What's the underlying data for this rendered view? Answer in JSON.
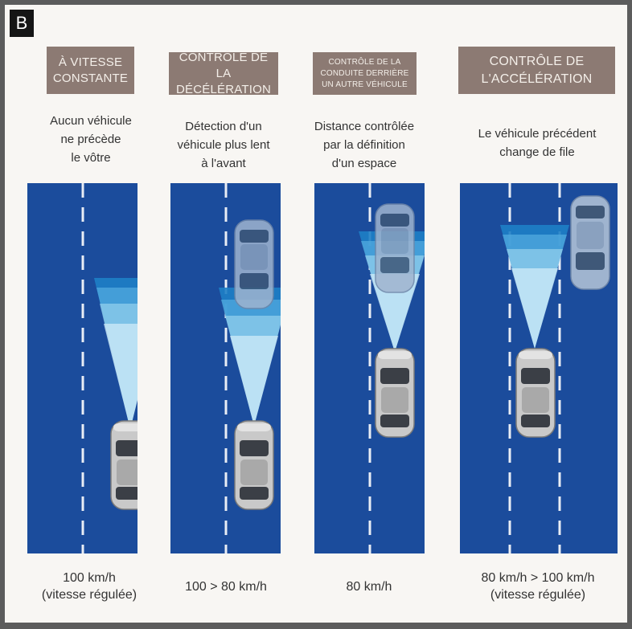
{
  "panel_label": "B",
  "columns": [
    {
      "title": "À VITESSE\nCONSTANTE",
      "description": "Aucun véhicule\nne précède\nle vôtre",
      "speed": "100 km/h\n(vitesse régulée)"
    },
    {
      "title": "CONTRÔLE DE\nLA DÉCÉLÉRATION",
      "description": "Détection d'un\nvéhicule plus lent\nà l'avant",
      "speed": "100 > 80 km/h"
    },
    {
      "title": "CONTRÔLE DE LA\nCONDUITE DERRIÈRE\nUN AUTRE VÉHICULE",
      "description": "Distance contrôlée\npar la définition\nd'un espace",
      "speed": "80 km/h"
    },
    {
      "title": "CONTRÔLE DE\nL'ACCÉLÉRATION",
      "description": "Le véhicule précédent\nchange de file",
      "speed": "80 km/h > 100 km/h\n(vitesse régulée)"
    }
  ],
  "colors": {
    "road": "#1b4c9c",
    "title_bg": "#8c7a73",
    "radar": "#bfe3f5",
    "car_body": "#bdbdbd",
    "lead_car_body": "#9fb4cf"
  }
}
